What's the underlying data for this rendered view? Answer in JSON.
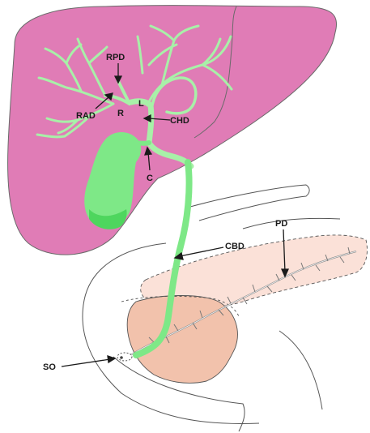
{
  "labels": {
    "rpd": "RPD",
    "rad": "RAD",
    "r": "R",
    "l": "L",
    "chd": "CHD",
    "c": "C",
    "cbd": "CBD",
    "pd": "PD",
    "so": "SO"
  },
  "colors": {
    "liver": "#e07cb6",
    "liver_outline": "#6a6a6a",
    "bile_duct": "#a8f0a8",
    "gallbladder": "#7ee887",
    "gallbladder_shadow": "#4ed65e",
    "pancreas_head": "#f2c2ac",
    "pancreas_body": "#fbe1d8",
    "outline": "#444444"
  }
}
